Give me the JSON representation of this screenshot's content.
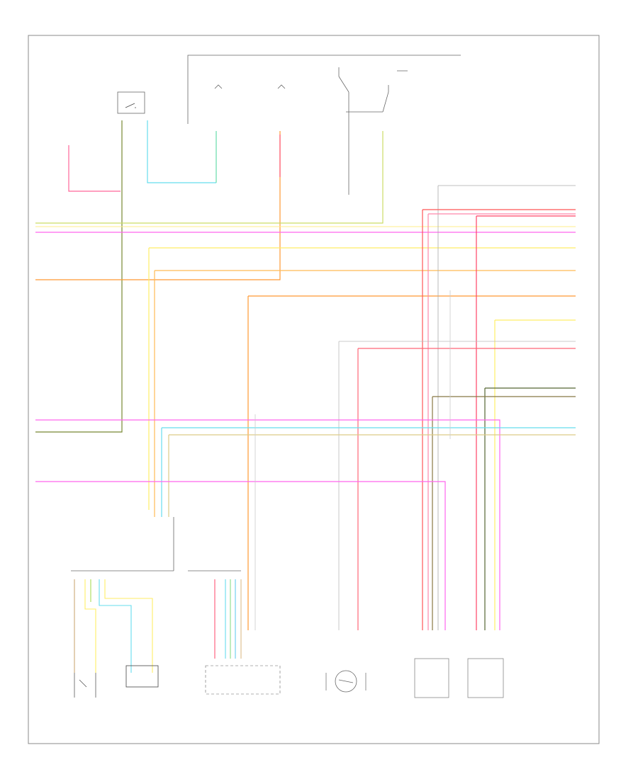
{
  "figure_id": "",
  "components": [
    {
      "id": "power-relay",
      "text": ""
    },
    {
      "id": "fuse-a",
      "text": ""
    },
    {
      "id": "fuse-b",
      "text": ""
    },
    {
      "id": "switch-top",
      "text": ""
    },
    {
      "id": "ground-left",
      "text": ""
    },
    {
      "id": "splice-note",
      "text": ""
    },
    {
      "id": "ground-mid",
      "text": ""
    },
    {
      "id": "connector-left",
      "text": ""
    },
    {
      "id": "connector-mid",
      "text": ""
    },
    {
      "id": "switch-bottom",
      "text": ""
    },
    {
      "id": "shift-sensor",
      "text": ""
    },
    {
      "id": "module-bottom",
      "text": ""
    },
    {
      "id": "motor",
      "text": ""
    },
    {
      "id": "clutch-a",
      "text": ""
    },
    {
      "id": "clutch-b",
      "text": ""
    }
  ],
  "wire_colors": {
    "yellow": "#ffee66",
    "pink": "#ff55ee",
    "orange": "#ff9933",
    "red": "#ff4444",
    "lt_blue": "#66ddee",
    "lt_green": "#aadd55",
    "dk_green": "#446622",
    "gray": "#999999",
    "black": "#333333",
    "tan": "#ccaa77"
  }
}
